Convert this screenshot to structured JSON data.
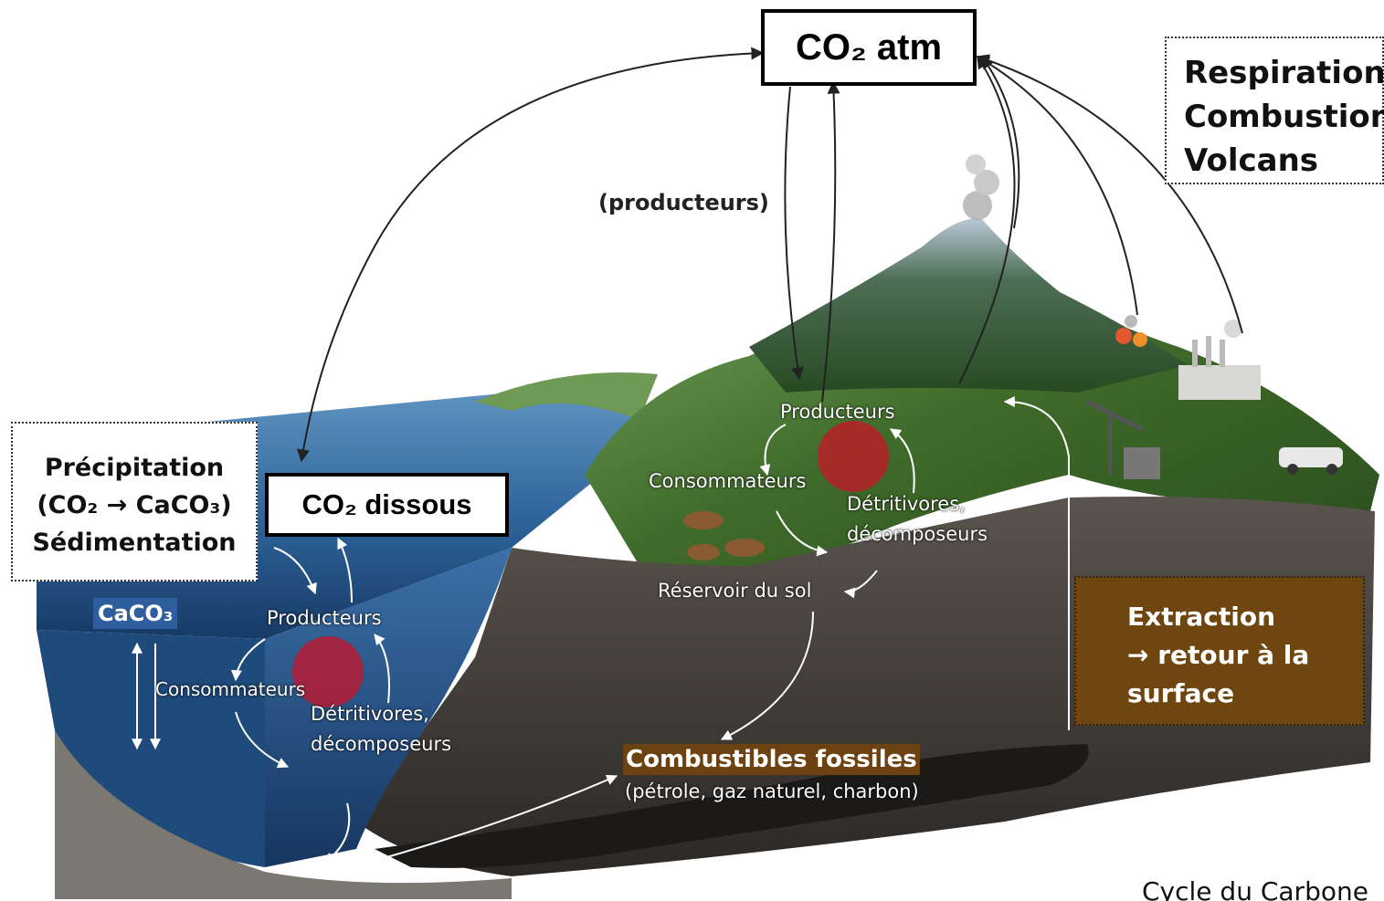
{
  "colors": {
    "sky": "#ffffff",
    "ocean_deep": "#1f4f86",
    "ocean_light": "#4f86b8",
    "land_green": "#3f6b2a",
    "soil_dark": "#3a3633",
    "fossil_brown": "#6b4210",
    "extraction_brown": "#704610",
    "caco3_blue": "#2f5e9e",
    "marker_red": "#c81428"
  },
  "labels": {
    "co2_atm": "CO₂ atm",
    "co2_dissous": "CO₂ dissous",
    "producteurs_paren": "(producteurs)",
    "respiration_box": [
      "Respiration",
      "Combustion",
      "Volcans"
    ],
    "precipitation_box": [
      "Précipitation",
      "(CO₂ → CaCO₃)",
      "Sédimentation"
    ],
    "caco3": "CaCO₃",
    "extraction_box": [
      "Extraction",
      "→ retour à la",
      "surface"
    ],
    "land": {
      "producteurs": "Producteurs",
      "consommateurs": "Consommateurs",
      "detritivores": "Détritivores,",
      "decomposeurs": "décomposeurs",
      "reservoir": "Réservoir du sol"
    },
    "ocean": {
      "producteurs": "Producteurs",
      "consommateurs": "Consommateurs",
      "detritivores": "Détritivores,",
      "decomposeurs": "décomposeurs"
    },
    "fossil_title": "Combustibles fossiles",
    "fossil_sub": "(pétrole, gaz naturel, charbon)",
    "caption": "Cycle du Carbone"
  }
}
